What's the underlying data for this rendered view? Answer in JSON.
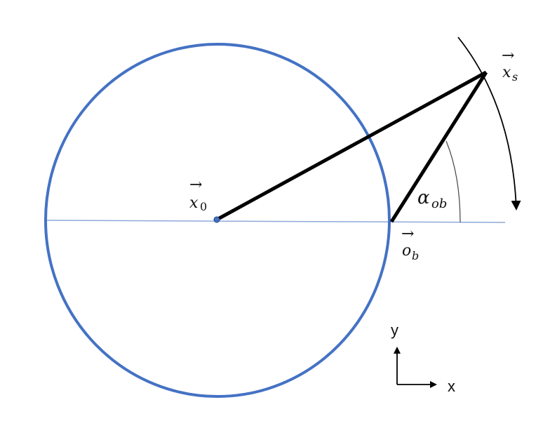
{
  "diagram": {
    "colors": {
      "circle": "#4472C4",
      "baseline": "#8EA9DB",
      "lines": "#000000"
    },
    "labels": {
      "x0": {
        "arrow": "→",
        "base": "x",
        "sub": "0"
      },
      "xs": {
        "arrow": "→",
        "base": "x",
        "sub": "s"
      },
      "ob": {
        "arrow": "→",
        "base": "o",
        "sub": "b"
      },
      "alpha": {
        "base": "α",
        "sub": "ob"
      }
    },
    "axes": {
      "x": "x",
      "y": "y"
    }
  }
}
